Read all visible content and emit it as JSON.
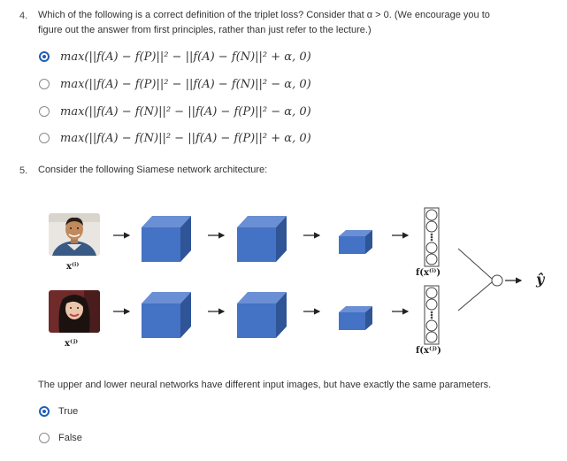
{
  "question4": {
    "number": "4.",
    "text_line1": "Which of the following is a correct definition of the triplet loss? Consider that α > 0. (We encourage you to",
    "text_line2": "figure out the answer from first principles, rather than just refer to the lecture.)",
    "options": [
      {
        "formula": "max(||f(A) − f(P)||² − ||f(A) − f(N)||² + α, 0)",
        "selected": true
      },
      {
        "formula": "max(||f(A) − f(P)||² − ||f(A) − f(N)||² − α, 0)",
        "selected": false
      },
      {
        "formula": "max(||f(A) − f(N)||² − ||f(A) − f(P)||² − α, 0)",
        "selected": false
      },
      {
        "formula": "max(||f(A) − f(N)||² − ||f(A) − f(P)||² + α, 0)",
        "selected": false
      }
    ]
  },
  "question5": {
    "number": "5.",
    "text": "Consider the following Siamese network architecture:",
    "diagram": {
      "input_top_label": "x⁽ⁱ⁾",
      "input_bottom_label": "x⁽ʲ⁾",
      "encoding_top_label": "f(x⁽ⁱ⁾)",
      "encoding_bottom_label": "f(x⁽ʲ⁾)",
      "output_label": "ŷ",
      "cube_color": "#4472c4"
    },
    "statement": "The upper and lower neural networks have different input images, but have exactly the same parameters.",
    "options": [
      {
        "label": "True",
        "selected": true
      },
      {
        "label": "False",
        "selected": false
      }
    ]
  },
  "colors": {
    "accent": "#1f5fb8"
  }
}
